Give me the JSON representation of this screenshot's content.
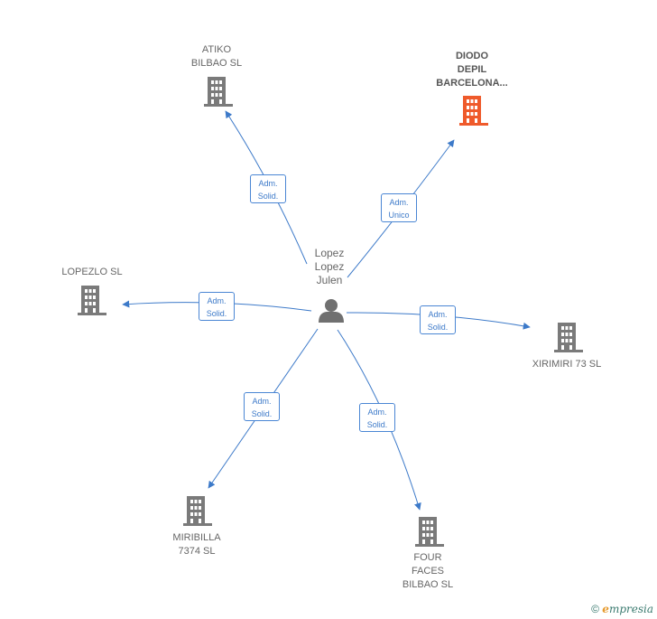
{
  "center": {
    "name": [
      "Lopez",
      "Lopez",
      "Julen"
    ]
  },
  "companies": [
    {
      "id": "atiko",
      "lines": [
        "ATIKO",
        "BILBAO  SL"
      ],
      "highlight": false
    },
    {
      "id": "diodo",
      "lines": [
        "DIODO",
        "DEPIL",
        "BARCELONA..."
      ],
      "highlight": true
    },
    {
      "id": "lopezlo",
      "lines": [
        "LOPEZLO  SL"
      ],
      "highlight": false
    },
    {
      "id": "xirimiri",
      "lines": [
        "XIRIMIRI 73  SL"
      ],
      "highlight": false
    },
    {
      "id": "miribilla",
      "lines": [
        "MIRIBILLA",
        "7374 SL"
      ],
      "highlight": false
    },
    {
      "id": "fourfaces",
      "lines": [
        "FOUR",
        "FACES",
        "BILBAO SL"
      ],
      "highlight": false
    }
  ],
  "relations": [
    {
      "target": "atiko",
      "lines": [
        "Adm.",
        "Solid."
      ]
    },
    {
      "target": "diodo",
      "lines": [
        "Adm.",
        "Unico"
      ]
    },
    {
      "target": "lopezlo",
      "lines": [
        "Adm.",
        "Solid."
      ]
    },
    {
      "target": "xirimiri",
      "lines": [
        "Adm.",
        "Solid."
      ]
    },
    {
      "target": "miribilla",
      "lines": [
        "Adm.",
        "Solid."
      ]
    },
    {
      "target": "fourfaces",
      "lines": [
        "Adm.",
        "Solid."
      ]
    }
  ],
  "colors": {
    "edge": "#3d7ac9",
    "building": "#7a7a7a",
    "building_highlight": "#ef5a2b",
    "person": "#707070"
  },
  "footer": {
    "copyright": "©",
    "brand_e": "e",
    "brand_rest": "mpresia"
  }
}
